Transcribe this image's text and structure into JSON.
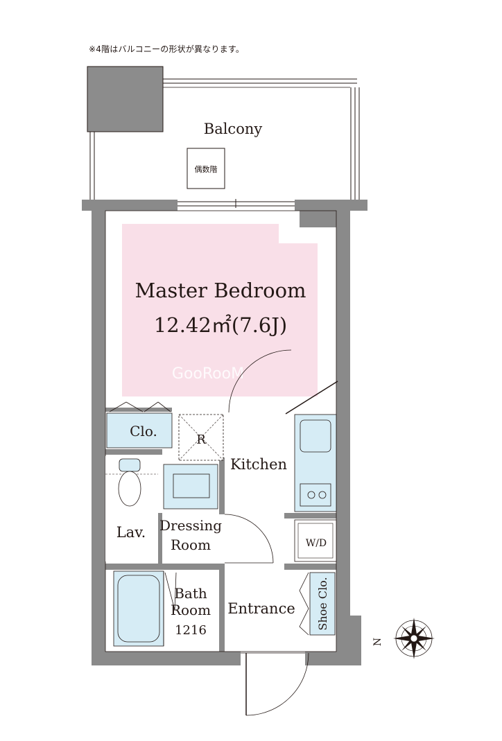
{
  "note": "※4階はバルコニーの形状が異なります。",
  "rooms": {
    "balcony": "Balcony",
    "even_floor": "偶数階",
    "master_bedroom": "Master Bedroom",
    "bedroom_area": "12.42㎡(7.6J)",
    "closet": "Clo.",
    "refrigerator": "R",
    "kitchen": "Kitchen",
    "lavatory": "Lav.",
    "dressing_1": "Dressing",
    "dressing_2": "Room",
    "washer_dryer": "W/D",
    "bath_1": "Bath",
    "bath_2": "Room",
    "bath_size": "1216",
    "entrance": "Entrance",
    "shoe_closet": "Shoe Clo."
  },
  "watermark": "GooRooM",
  "compass_letter": "N",
  "colors": {
    "bedroom_fill": "#f9dfe8",
    "fixture_fill": "#d6ecf5",
    "wall": "#8a8a8a",
    "line": "#231815"
  }
}
